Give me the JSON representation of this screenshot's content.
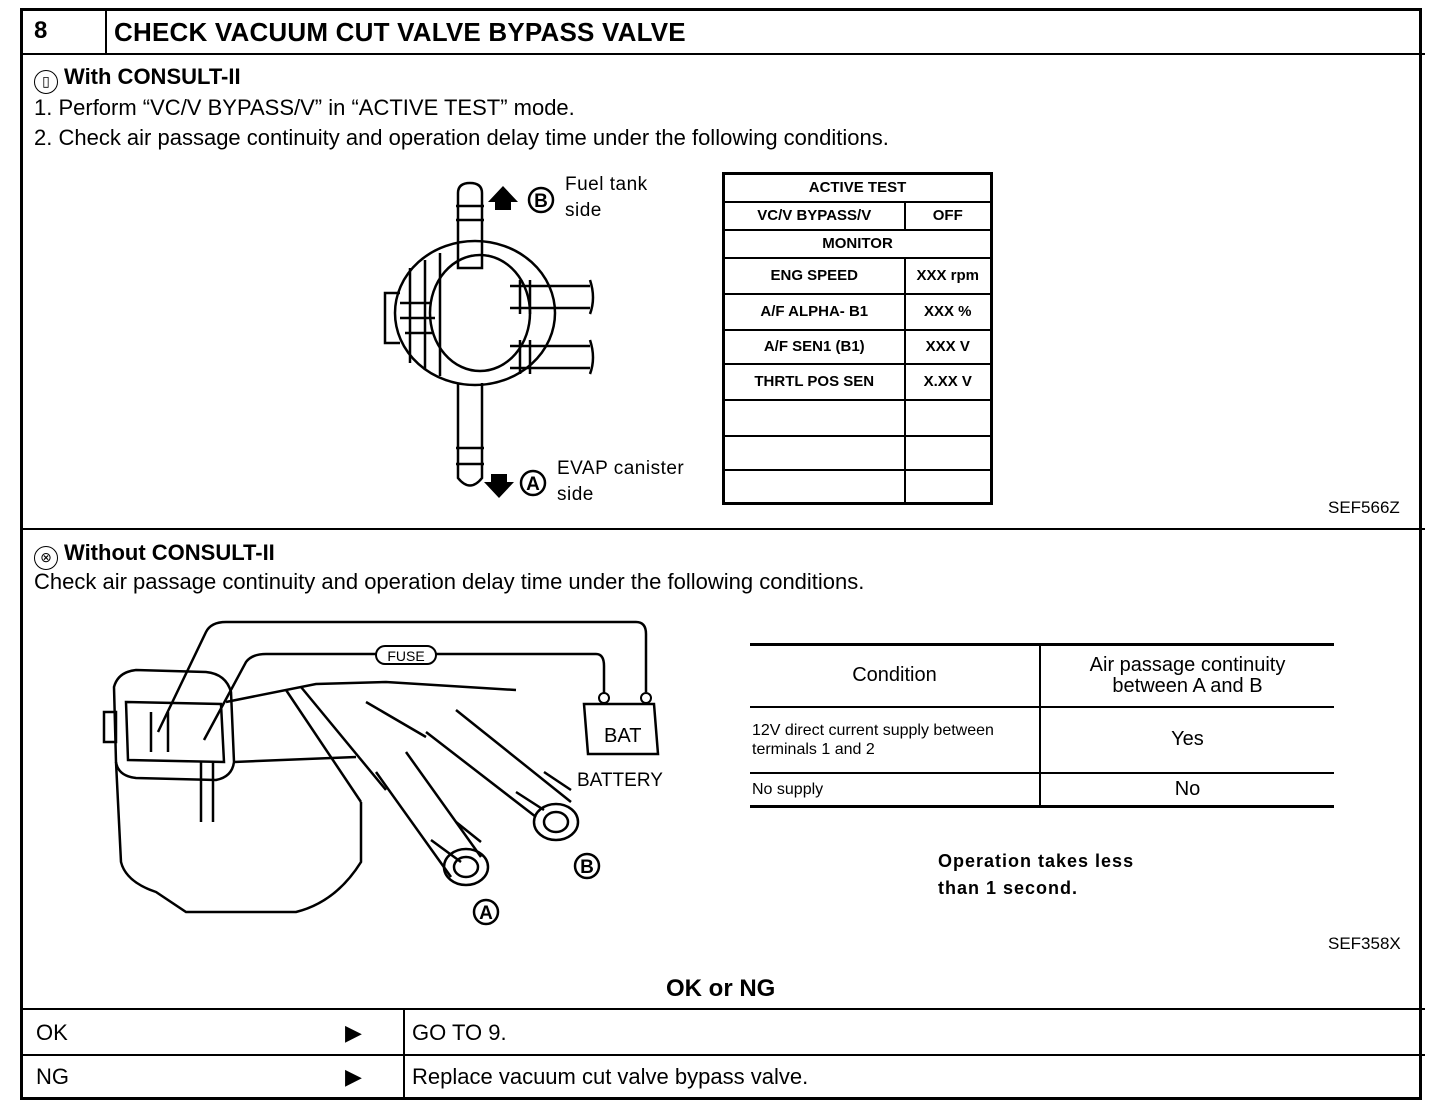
{
  "header": {
    "step_number": "8",
    "title": "CHECK VACUUM CUT VALVE BYPASS VALVE"
  },
  "with_consult": {
    "icon": "consult-tester-icon",
    "heading": "With CONSULT-II",
    "step1": "1.  Perform “VC/V BYPASS/V” in “ACTIVE TEST” mode.",
    "step2": "2.  Check air passage continuity and operation delay time under the following conditions.",
    "figure": {
      "label_b_letter": "B",
      "label_b_text_1": "Fuel tank",
      "label_b_text_2": "side",
      "label_a_letter": "A",
      "label_a_text_1": "EVAP canister",
      "label_a_text_2": "side"
    },
    "active_test": {
      "title": "ACTIVE TEST",
      "item": "VC/V BYPASS/V",
      "item_value": "OFF",
      "monitor": "MONITOR",
      "rows": [
        {
          "name": "ENG SPEED",
          "value": "XXX rpm"
        },
        {
          "name": "A/F ALPHA- B1",
          "value": "XXX %"
        },
        {
          "name": "A/F SEN1 (B1)",
          "value": "XXX V"
        },
        {
          "name": "THRTL POS SEN",
          "value": "X.XX V"
        }
      ]
    },
    "figure_code": "SEF566Z"
  },
  "without_consult": {
    "icon": "no-tester-icon",
    "heading": "Without CONSULT-II",
    "instruction": "Check air passage continuity and operation delay time under the following conditions.",
    "figure": {
      "fuse": "FUSE",
      "bat": "BAT",
      "battery": "BATTERY",
      "port_a": "A",
      "port_b": "B"
    },
    "conditions": {
      "col1": "Condition",
      "col2_line1": "Air passage continuity",
      "col2_line2": "between A and B",
      "rows": [
        {
          "condition_line1": "12V direct current supply between",
          "condition_line2": "terminals 1 and 2",
          "result": "Yes"
        },
        {
          "condition_line1": "No supply",
          "condition_line2": "",
          "result": "No"
        }
      ]
    },
    "note": "Operation takes less\nthan 1 second.",
    "figure_code": "SEF358X"
  },
  "result": {
    "heading": "OK or NG",
    "rows": [
      {
        "label": "OK",
        "action": "GO TO 9."
      },
      {
        "label": "NG",
        "action": "Replace vacuum cut valve bypass valve."
      }
    ]
  }
}
